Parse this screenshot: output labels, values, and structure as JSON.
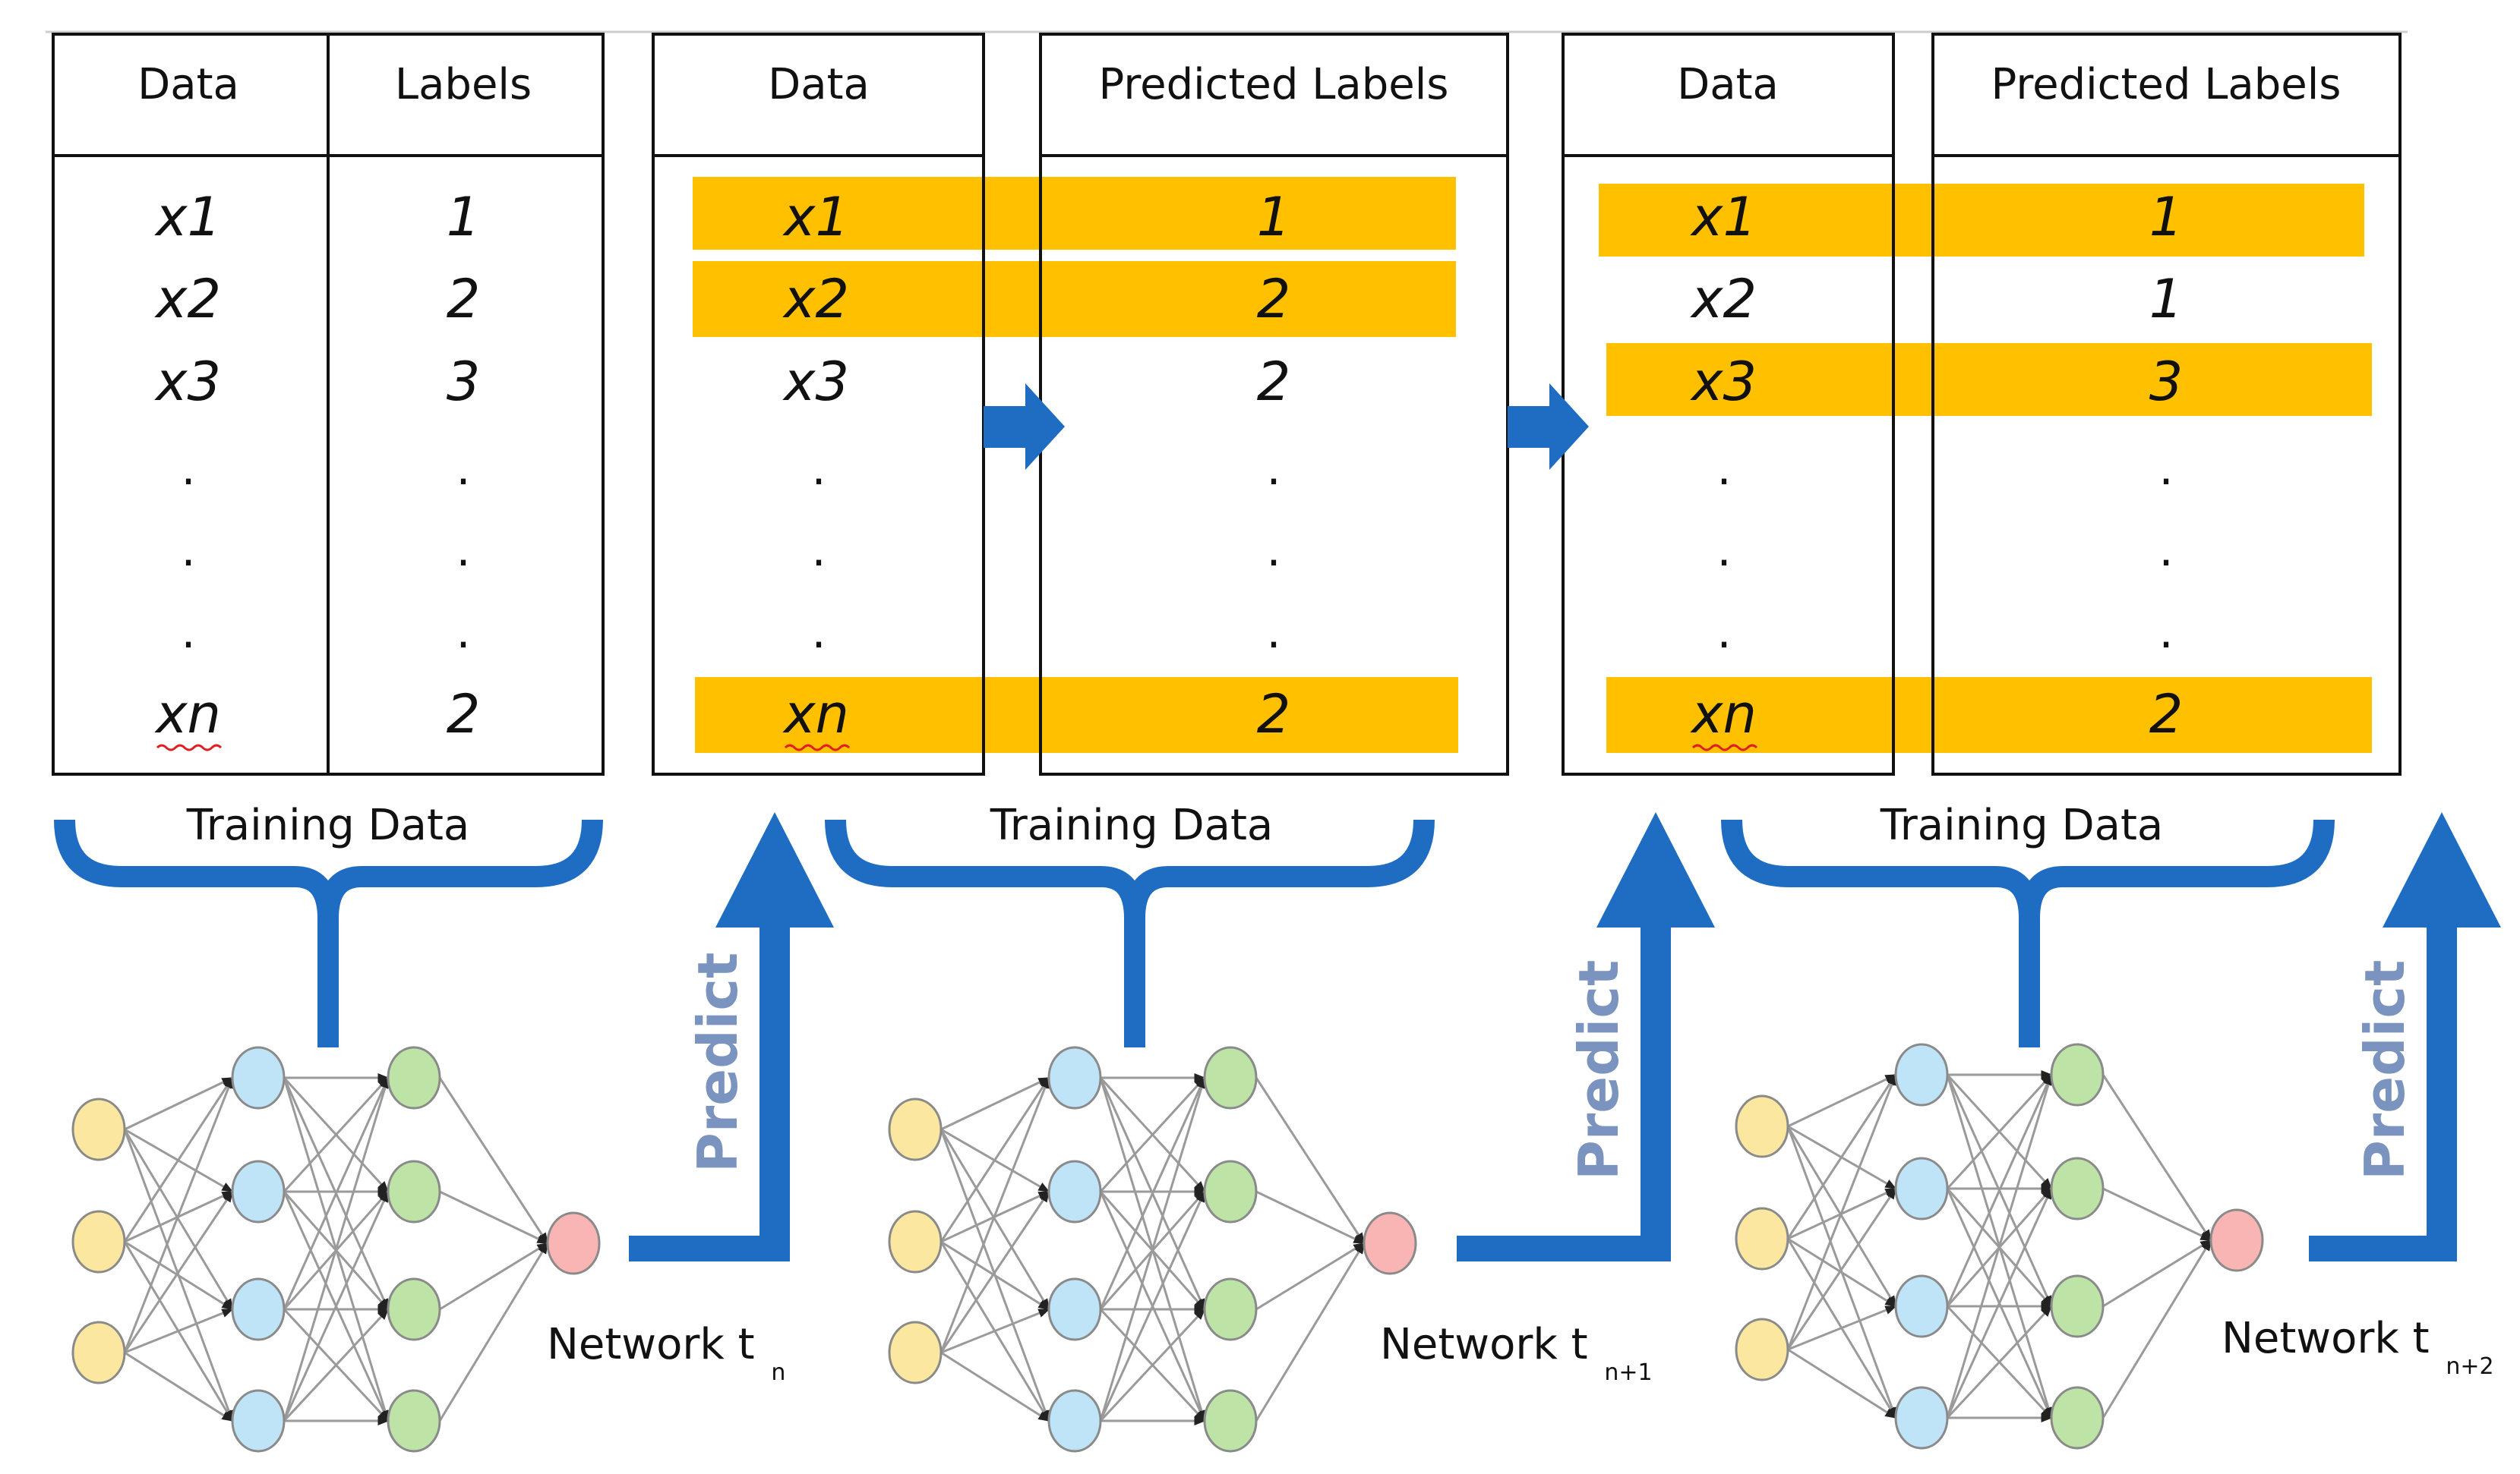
{
  "colors": {
    "highlight": "#ffc000",
    "arrow_blue": "#1f6dc2",
    "changed_label": "#ff0000",
    "predict_text": "#7a93bf",
    "node_input": "#fbe79f",
    "node_hidden1": "#bfe3f7",
    "node_hidden2": "#bde3a7",
    "node_output": "#f8b5b3"
  },
  "tables": [
    {
      "data_header": "Data",
      "labels_header": "Labels",
      "rows": [
        {
          "data": "x1",
          "label": "1",
          "highlight": false,
          "changed": false
        },
        {
          "data": "x2",
          "label": "2",
          "highlight": false,
          "changed": false
        },
        {
          "data": "x3",
          "label": "3",
          "highlight": false,
          "changed": false
        },
        {
          "data": ".",
          "label": ".",
          "highlight": false,
          "changed": false
        },
        {
          "data": ".",
          "label": ".",
          "highlight": false,
          "changed": false
        },
        {
          "data": ".",
          "label": ".",
          "highlight": false,
          "changed": false
        },
        {
          "data": "xn",
          "label": "2",
          "highlight": false,
          "changed": false
        }
      ]
    },
    {
      "data_header": "Data",
      "labels_header": "Predicted Labels",
      "rows": [
        {
          "data": "x1",
          "label": "1",
          "highlight": true,
          "changed": false
        },
        {
          "data": "x2",
          "label": "2",
          "highlight": true,
          "changed": false
        },
        {
          "data": "x3",
          "label": "2",
          "highlight": false,
          "changed": true
        },
        {
          "data": ".",
          "label": ".",
          "highlight": false,
          "changed": false
        },
        {
          "data": ".",
          "label": ".",
          "highlight": false,
          "changed": false
        },
        {
          "data": ".",
          "label": ".",
          "highlight": false,
          "changed": false
        },
        {
          "data": "xn",
          "label": "2",
          "highlight": true,
          "changed": false
        }
      ]
    },
    {
      "data_header": "Data",
      "labels_header": "Predicted Labels",
      "rows": [
        {
          "data": "x1",
          "label": "1",
          "highlight": true,
          "changed": false
        },
        {
          "data": "x2",
          "label": "1",
          "highlight": false,
          "changed": true
        },
        {
          "data": "x3",
          "label": "3",
          "highlight": true,
          "changed": false
        },
        {
          "data": ".",
          "label": ".",
          "highlight": false,
          "changed": false
        },
        {
          "data": ".",
          "label": ".",
          "highlight": false,
          "changed": false
        },
        {
          "data": ".",
          "label": ".",
          "highlight": false,
          "changed": false
        },
        {
          "data": "xn",
          "label": "2",
          "highlight": true,
          "changed": false
        }
      ]
    }
  ],
  "brace_labels": [
    "Training Data",
    "Training Data",
    "Training Data"
  ],
  "networks": [
    {
      "label": "Network t",
      "subscript": "n"
    },
    {
      "label": "Network t",
      "subscript": "n+1"
    },
    {
      "label": "Network t",
      "subscript": "n+2"
    }
  ],
  "predict_labels": [
    "Predict",
    "Predict",
    "Predict"
  ]
}
